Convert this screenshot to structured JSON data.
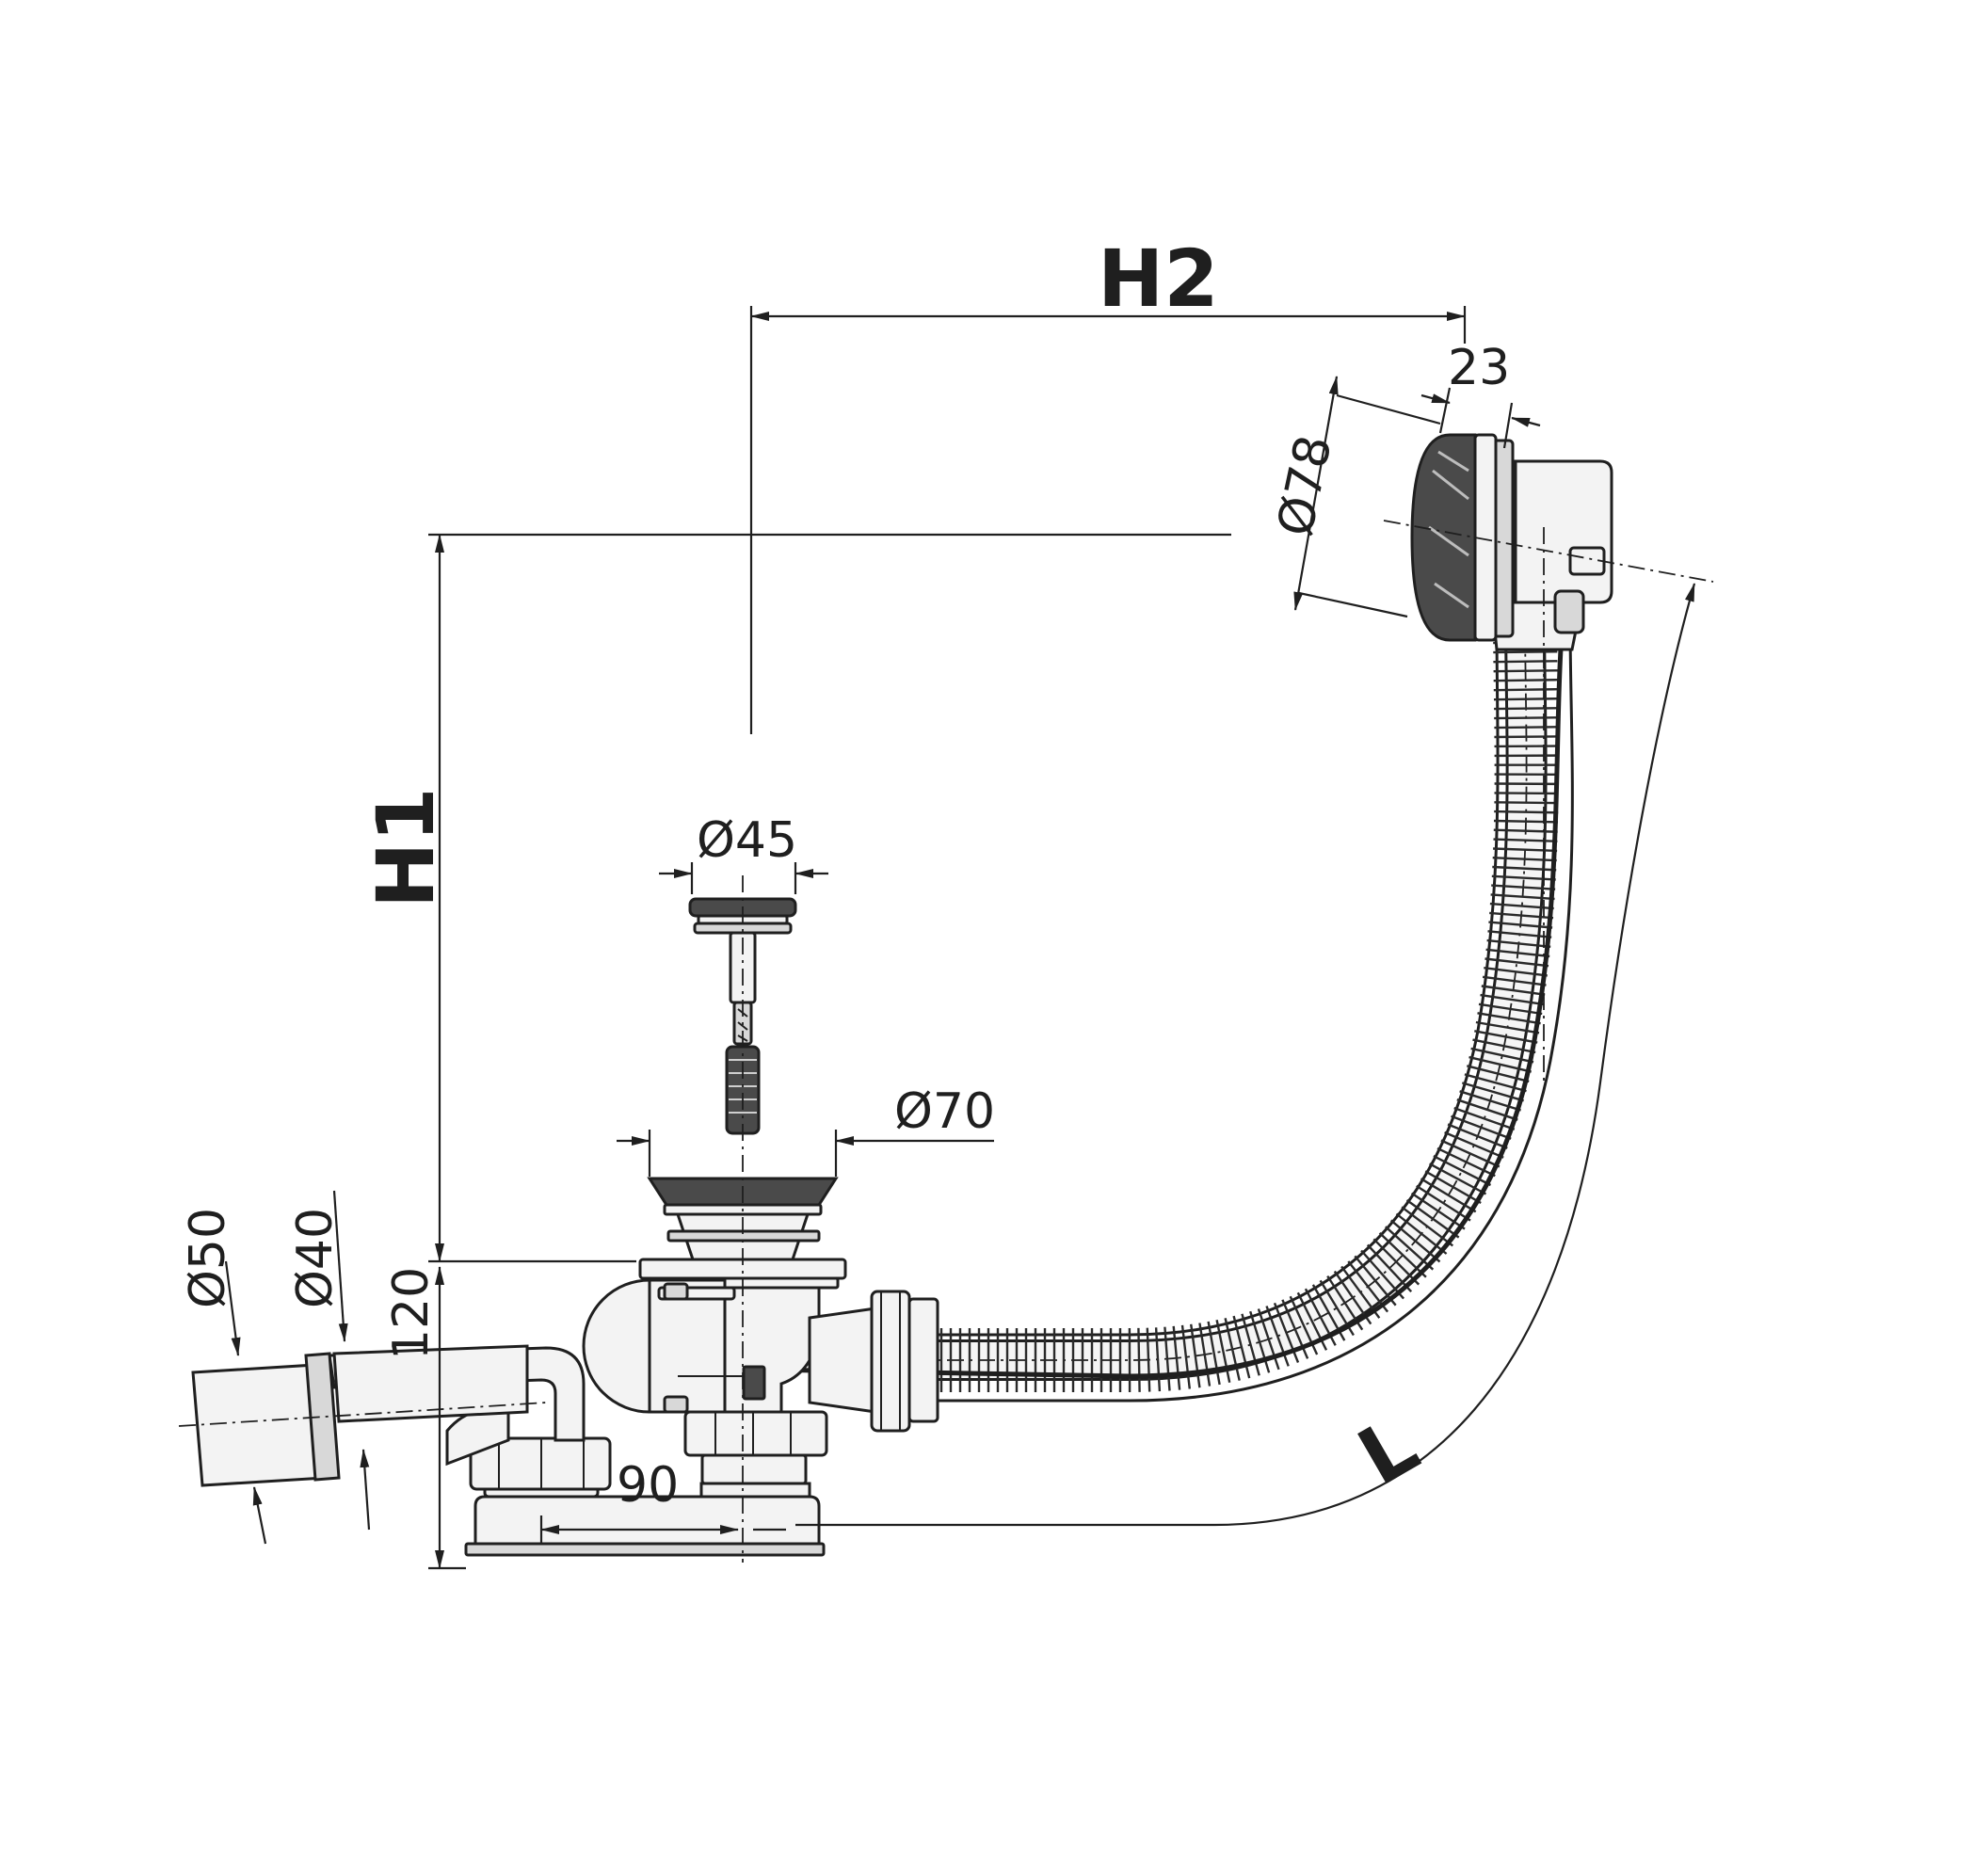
{
  "labels": {
    "h2": "H2",
    "h1": "H1",
    "l": "L",
    "d78": "Ø78",
    "d23": "23",
    "d45": "Ø45",
    "d70": "Ø70",
    "d50": "Ø50",
    "d40": "Ø40",
    "d120": "120",
    "d90": "90"
  },
  "colors": {
    "ink": "#1f1f1f",
    "background": "#ffffff"
  }
}
